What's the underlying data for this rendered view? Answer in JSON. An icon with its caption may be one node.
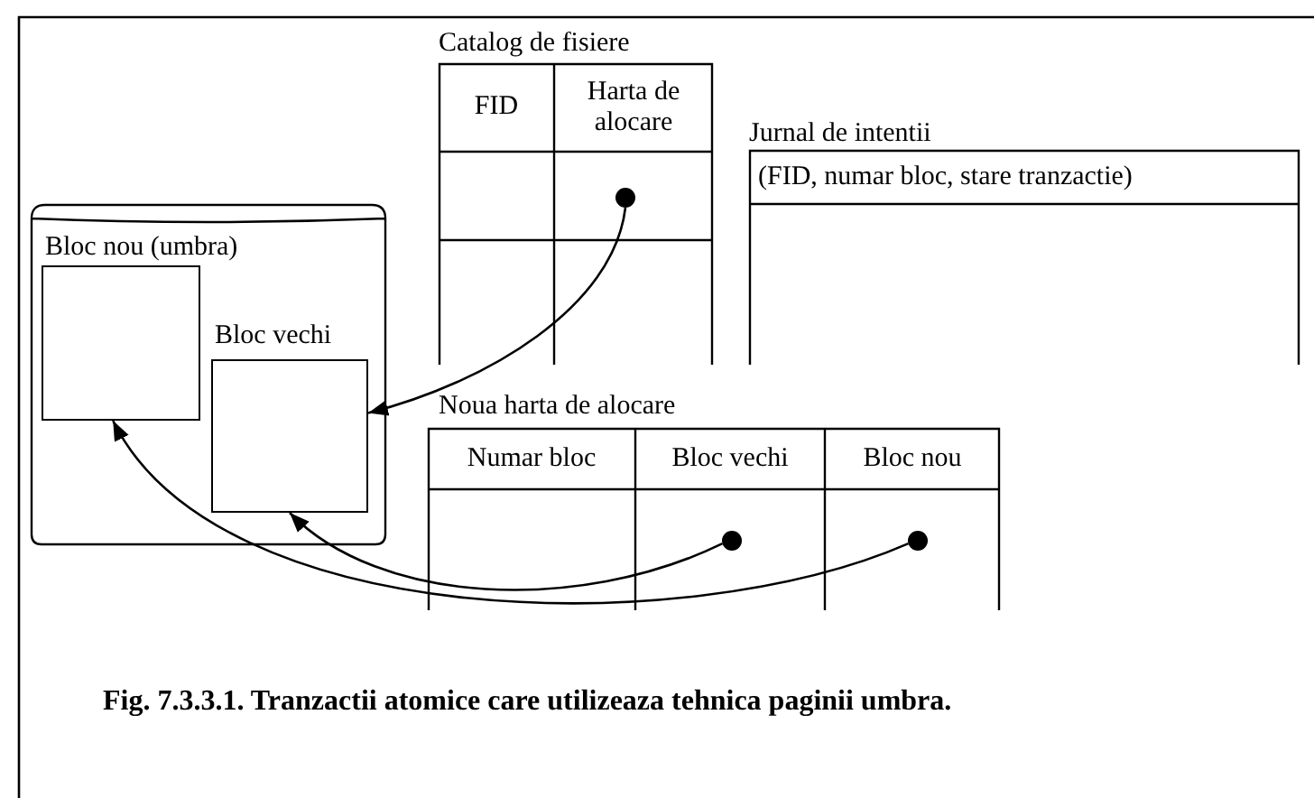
{
  "diagram": {
    "caption": "Fig. 7.3.3.1. Tranzactii atomice care utilizeaza tehnica paginii umbra.",
    "nodes": [
      {
        "text": [],
        "shape": "cylinder"
      },
      {
        "text": [
          "Bloc nou (umbra)"
        ],
        "in": 0
      },
      {
        "text": [
          "Bloc vechi"
        ],
        "in": 0
      },
      {
        "text": [
          "Catalog de fisiere",
          "FID",
          "Harta de alocare"
        ]
      },
      {
        "text": [],
        "shape": "circle",
        "in": 3
      },
      {
        "text": [
          "Jurnal de intentii",
          "(FID, numar bloc, stare tranzactie)"
        ]
      },
      {
        "text": [
          "Noua harta de alocare",
          "Numar bloc",
          "Bloc vechi",
          "Bloc nou"
        ]
      },
      {
        "text": [],
        "shape": "circle",
        "in": 6
      },
      {
        "text": [],
        "shape": "circle",
        "in": 6
      }
    ],
    "edges": [
      {
        "from": 4,
        "to": 2,
        "arrow": "to"
      },
      {
        "from": 7,
        "to": 2,
        "arrow": "to"
      },
      {
        "from": 8,
        "to": 1,
        "arrow": "to"
      }
    ]
  }
}
